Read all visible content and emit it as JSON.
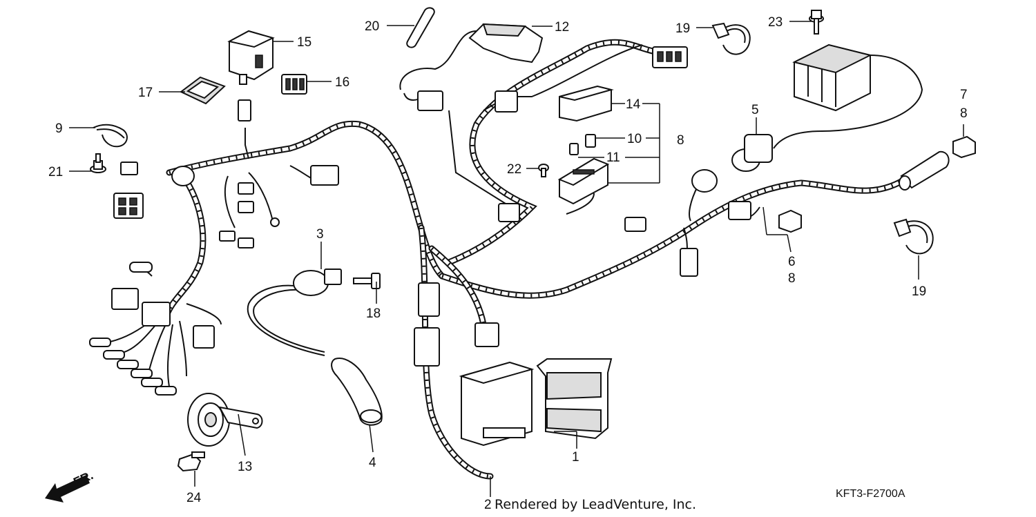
{
  "diagram": {
    "callouts": [
      "1",
      "2",
      "3",
      "4",
      "5",
      "6",
      "7",
      "8",
      "9",
      "10",
      "11",
      "12",
      "13",
      "14",
      "15",
      "16",
      "17",
      "18",
      "19",
      "20",
      "21",
      "22",
      "23",
      "24"
    ],
    "labels": {
      "p1": "1",
      "p2": "2",
      "p3": "3",
      "p4": "4",
      "p5": "5",
      "p6": "6",
      "p6b": "8",
      "p7": "7",
      "p7b": "8",
      "p8": "8",
      "p9": "9",
      "p10": "10",
      "p11": "11",
      "p12": "12",
      "p13": "13",
      "p14": "14",
      "p15": "15",
      "p16": "16",
      "p17": "17",
      "p18": "18",
      "p19a": "19",
      "p19b": "19",
      "p20": "20",
      "p21": "21",
      "p22": "22",
      "p23": "23",
      "p24": "24"
    },
    "direction_marker": "FR.",
    "credit": "Rendered by LeadVenture, Inc.",
    "diagram_code": "KFT3-F2700A"
  }
}
